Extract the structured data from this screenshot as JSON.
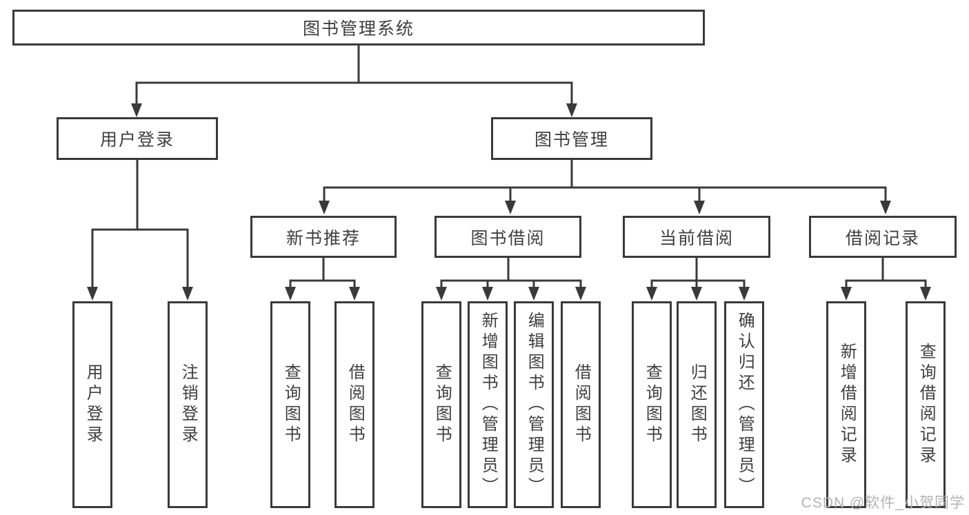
{
  "diagram": {
    "root": {
      "label": "图书管理系统"
    },
    "level2": [
      {
        "label": "用户登录",
        "children": [
          {
            "label": "用户登录"
          },
          {
            "label": "注销登录"
          }
        ]
      },
      {
        "label": "图书管理",
        "children": [
          {
            "label": "新书推荐",
            "children": [
              {
                "label": "查询图书"
              },
              {
                "label": "借阅图书"
              }
            ]
          },
          {
            "label": "图书借阅",
            "children": [
              {
                "label": "查询图书"
              },
              {
                "label": "新增图书（管理员）"
              },
              {
                "label": "编辑图书（管理员）"
              },
              {
                "label": "借阅图书"
              }
            ]
          },
          {
            "label": "当前借阅",
            "children": [
              {
                "label": "查询图书"
              },
              {
                "label": "归还图书"
              },
              {
                "label": "确认归还（管理员）"
              }
            ]
          },
          {
            "label": "借阅记录",
            "children": [
              {
                "label": "新增借阅记录"
              },
              {
                "label": "查询借阅记录"
              }
            ]
          }
        ]
      }
    ]
  },
  "watermark": {
    "text": "CSDN @软件_小贺同学"
  },
  "colors": {
    "line": "#3a3a3a",
    "text": "#3f3f3f",
    "background": "#ffffff",
    "watermark": "#b2b2b2"
  }
}
